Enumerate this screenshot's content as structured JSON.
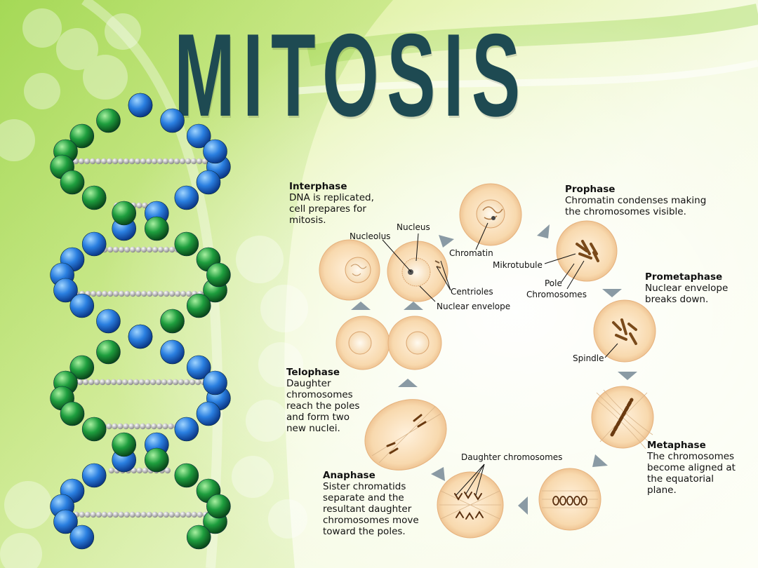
{
  "title": "MITOSIS",
  "colors": {
    "title": "#1e4a52",
    "cell_fill": "#f7dcb4",
    "cell_stroke": "#e8b88a",
    "arrow": "#8a9aa4",
    "dna_blue": "#2a7fe0",
    "dna_green": "#1e9e3e",
    "dna_rung": "#b8b8b8"
  },
  "phases": {
    "interphase": {
      "name": "Interphase",
      "desc": "DNA is replicated,\ncell prepares for\nmitosis."
    },
    "prophase": {
      "name": "Prophase",
      "desc": "Chromatin condenses making\nthe chromosomes visible."
    },
    "prometaphase": {
      "name": "Prometaphase",
      "desc": "Nuclear envelope\nbreaks down."
    },
    "metaphase": {
      "name": "Metaphase",
      "desc": "The chromosomes\nbecome aligned at\nthe equatorial\nplane."
    },
    "anaphase": {
      "name": "Anaphase",
      "desc": "Sister chromatids\nseparate and the\nresultant daughter\nchromosomes move\ntoward the poles."
    },
    "telophase": {
      "name": "Telophase",
      "desc": "Daughter\nchromosomes\nreach the poles\nand form two\nnew nuclei."
    }
  },
  "labels": {
    "nucleus": "Nucleus",
    "nucleolus": "Nucleolus",
    "centrioles": "Centrioles",
    "nuclear_envelope": "Nuclear envelope",
    "chromatin": "Chromatin",
    "mikrotubule": "Mikrotubule",
    "pole": "Pole",
    "chromosomes": "Chromosomes",
    "spindle": "Spindle",
    "daughter_chromosomes": "Daughter chromosomes"
  }
}
